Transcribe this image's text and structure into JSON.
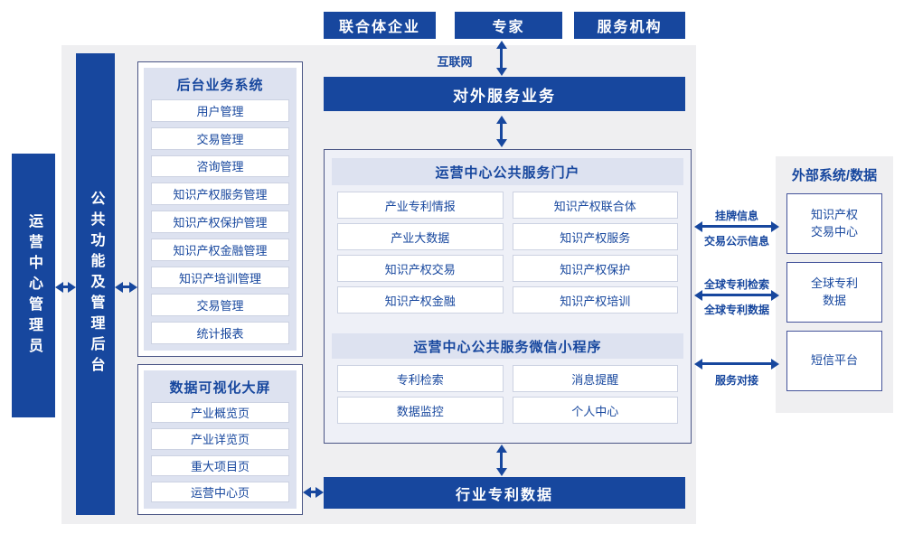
{
  "colors": {
    "primary": "#17479e",
    "panel_bg": "#efeff1",
    "header_bg": "#dde2f0"
  },
  "top_actors": {
    "consortium": "联合体企业",
    "expert": "专家",
    "agency": "服务机构"
  },
  "internet_label": "互联网",
  "external_service_bar": "对外服务业务",
  "left_rails": {
    "admin": "运营中心管理员",
    "backend": "公共功能及管理后台"
  },
  "backend_system": {
    "title": "后台业务系统",
    "items": [
      "用户管理",
      "交易管理",
      "咨询管理",
      "知识产权服务管理",
      "知识产权保护管理",
      "知识产权金融管理",
      "知识产培训管理",
      "交易管理",
      "统计报表"
    ]
  },
  "dashboard": {
    "title": "数据可视化大屏",
    "items": [
      "产业概览页",
      "产业详览页",
      "重大项目页",
      "运营中心页"
    ]
  },
  "portal": {
    "title": "运营中心公共服务门户",
    "rows": [
      {
        "left": "产业专利情报",
        "right": "知识产权联合体"
      },
      {
        "left": "产业大数据",
        "right": "知识产权服务"
      },
      {
        "left": "知识产权交易",
        "right": "知识产权保护"
      },
      {
        "left": "知识产权金融",
        "right": "知识产权培训"
      }
    ]
  },
  "miniprogram": {
    "title": "运营中心公共服务微信小程序",
    "rows": [
      {
        "left": "专利检索",
        "right": "消息提醒"
      },
      {
        "left": "数据监控",
        "right": "个人中心"
      }
    ]
  },
  "industry_patent_bar": "行业专利数据",
  "external_systems": {
    "title": "外部系统/数据",
    "items": [
      "知识产权交易中心",
      "全球专利数据",
      "短信平台"
    ]
  },
  "link_labels": {
    "listing_info": "挂牌信息",
    "trade_publicity": "交易公示信息",
    "global_patent_search": "全球专利检索",
    "global_patent_data": "全球专利数据",
    "service_dock": "服务对接"
  }
}
